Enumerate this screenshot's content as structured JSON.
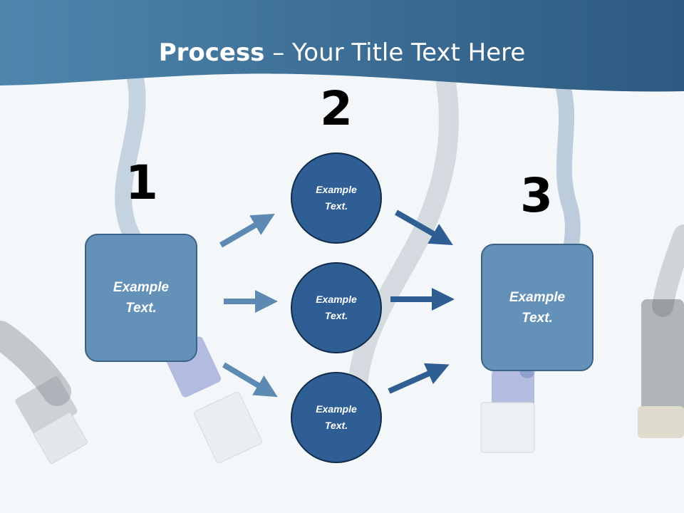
{
  "title": {
    "bold": "Process",
    "rest": " – Your Title Text Here"
  },
  "steps": [
    {
      "number": "1",
      "text_line1": "Example",
      "text_line2": "Text."
    },
    {
      "number": "2",
      "text_line1": "Example",
      "text_line2": "Text."
    },
    {
      "number": "3",
      "text_line1": "Example",
      "text_line2": "Text."
    }
  ],
  "circles": [
    {
      "text_line1": "Example",
      "text_line2": "Text."
    },
    {
      "text_line1": "Example",
      "text_line2": "Text."
    },
    {
      "text_line1": "Example",
      "text_line2": "Text."
    }
  ],
  "colors": {
    "header": "#3d6e93",
    "box_fill": "#6491b8",
    "circle_fill": "#2e5e93",
    "arrow_light": "#5d8ab3",
    "arrow_dark": "#2f5e92"
  }
}
